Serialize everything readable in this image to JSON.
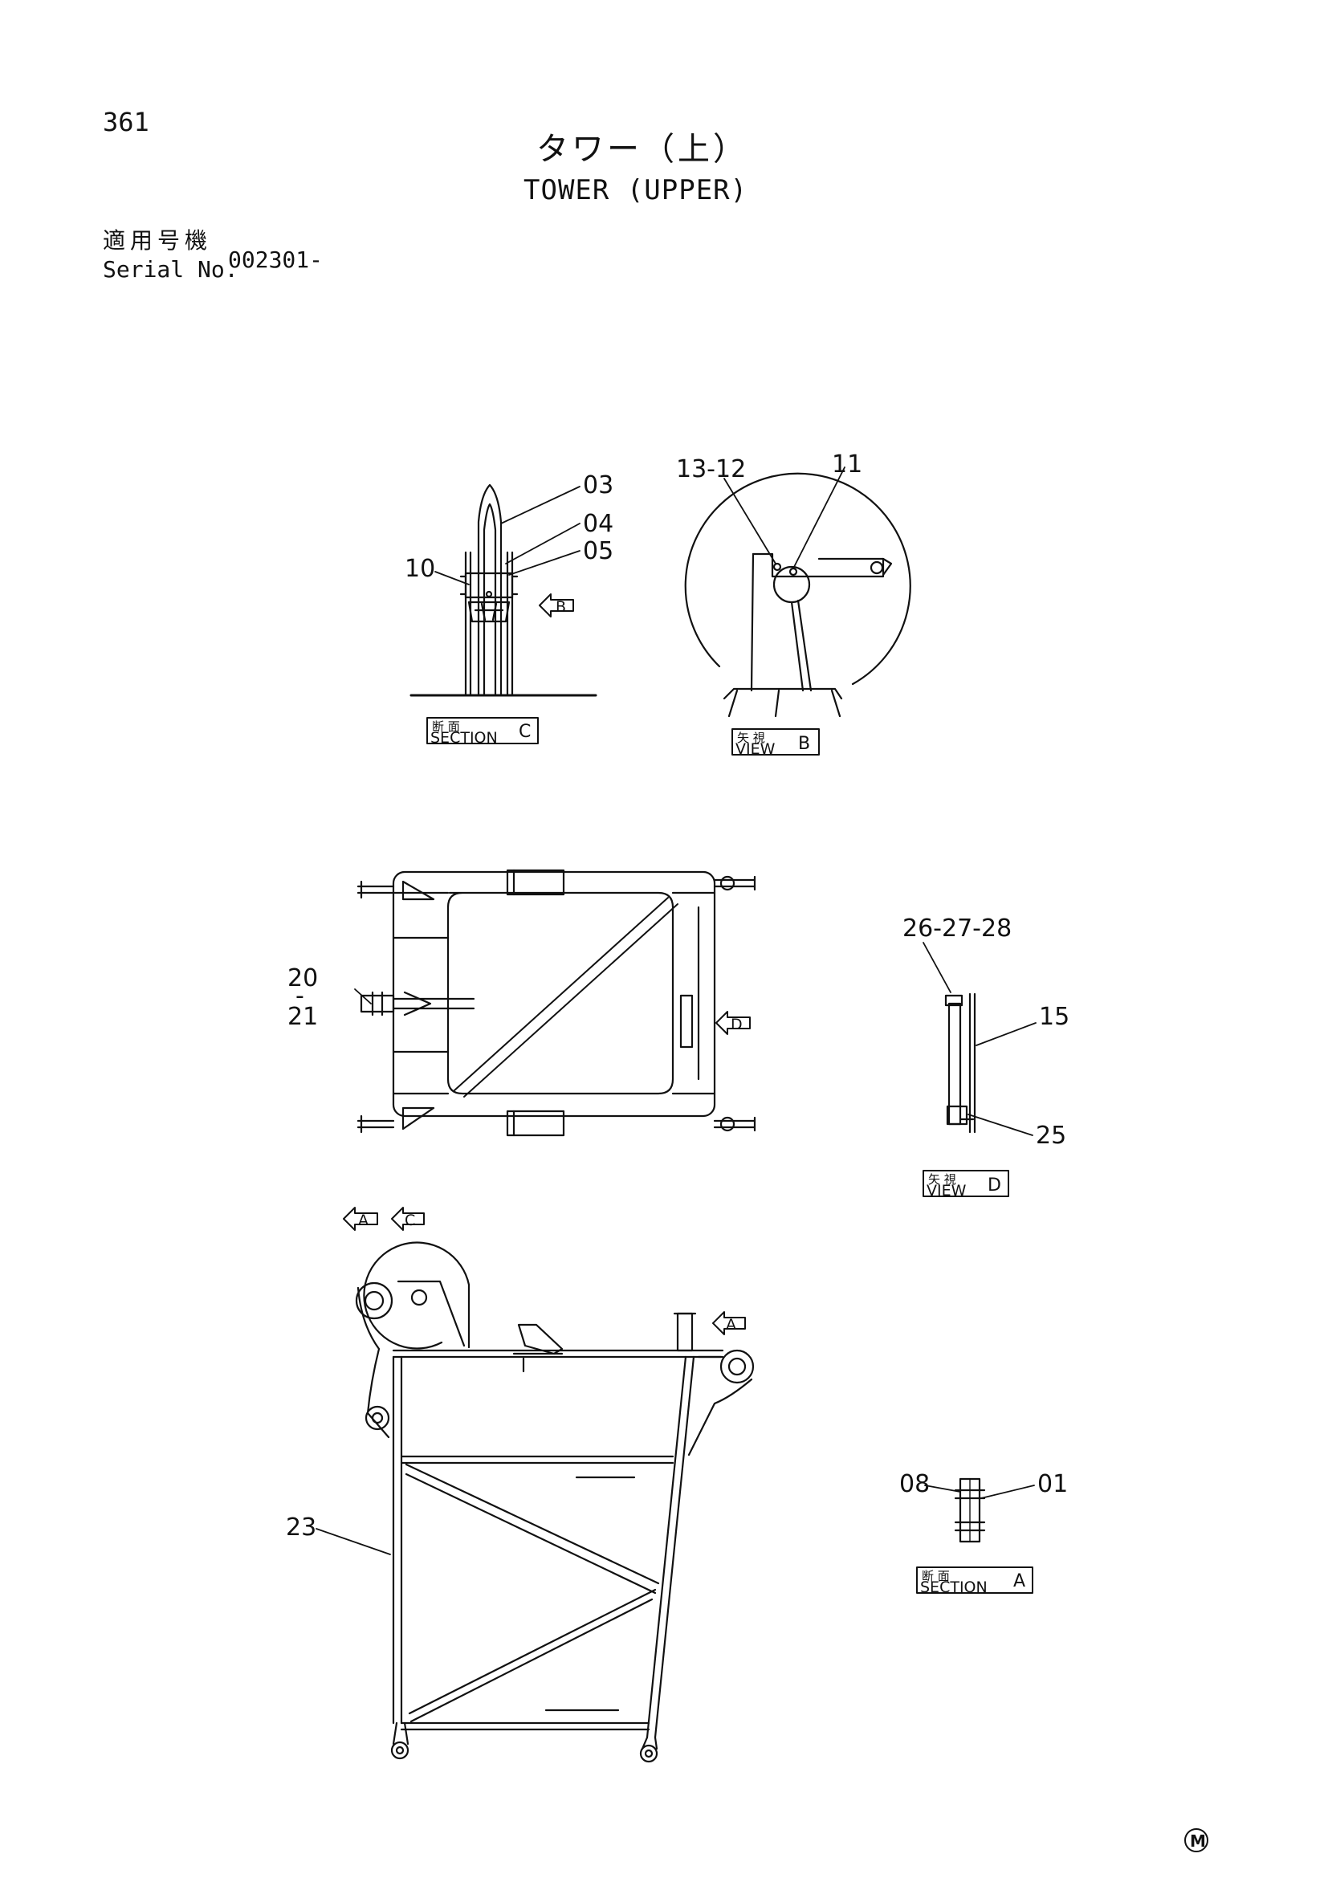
{
  "header": {
    "page_number": "361",
    "title_jp": "タワー（上）",
    "title_en": "TOWER (UPPER)",
    "serial_label_jp": "適用号機",
    "serial_label_en": "Serial No.",
    "serial_value": "002301-"
  },
  "views": {
    "section_c": {
      "jp": "断  面",
      "en": "SECTION",
      "letter": "C"
    },
    "view_b": {
      "jp": "矢 視",
      "en": "VIEW",
      "letter": "B"
    },
    "view_d": {
      "jp": "矢 視",
      "en": "VIEW",
      "letter": "D"
    },
    "section_a": {
      "jp": "断  面",
      "en": "SECTION",
      "letter": "A"
    }
  },
  "view_arrows": {
    "b": "B",
    "d": "D",
    "a_top": "A",
    "c_top": "C",
    "a_right": "A"
  },
  "callouts": {
    "p03": "03",
    "p04": "04",
    "p05": "05",
    "p10": "10",
    "p13_12": "13-12",
    "p11": "11",
    "p26_27_28": "26-27-28",
    "p15": "15",
    "p25": "25",
    "p20": "20",
    "p20_sep": "-",
    "p21": "21",
    "p23": "23",
    "p08": "08",
    "p01": "01"
  },
  "footer": {
    "mark": "M"
  },
  "colors": {
    "ink": "#111111",
    "paper": "#ffffff"
  }
}
